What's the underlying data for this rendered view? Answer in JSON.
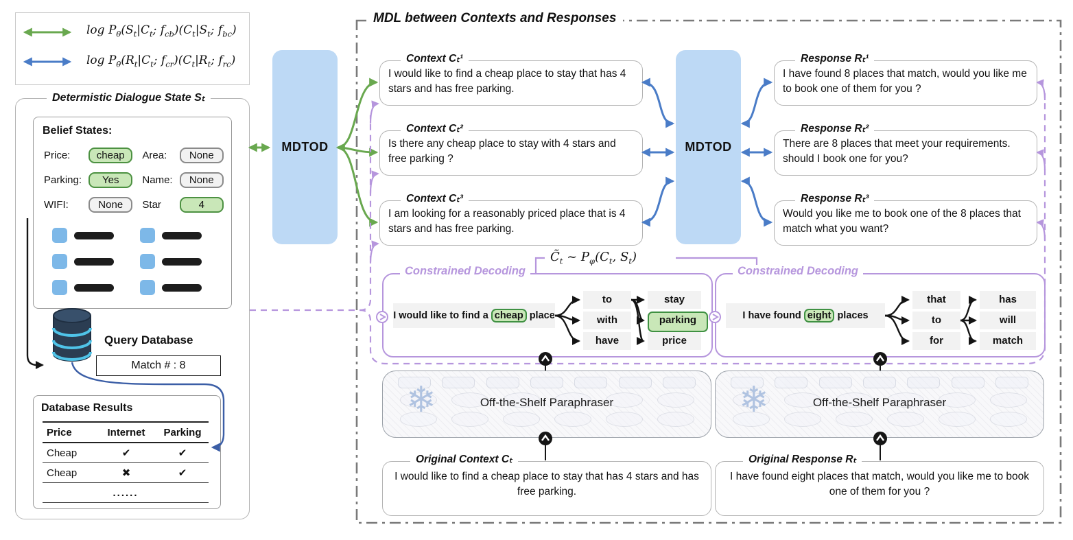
{
  "colors": {
    "green": "#69a84f",
    "blue": "#4a7cc7",
    "navy_blue": "#3b5ea6",
    "purple": "#b696dd",
    "mdtod_fill": "#bdd9f5",
    "highlight_fill": "#c9e7b8",
    "highlight_border": "#3f9142"
  },
  "legend": {
    "row1_parts": [
      "log P",
      "θ",
      "(S",
      "t",
      "|C",
      "t",
      "; f",
      "cb",
      ")(C",
      "t",
      "|S",
      "t",
      "; f",
      "bc",
      ")"
    ],
    "row2_parts": [
      "log P",
      "θ",
      "(R",
      "t",
      "|C",
      "t",
      "; f",
      "cr",
      ")(C",
      "t",
      "|R",
      "t",
      "; f",
      "rc",
      ")"
    ]
  },
  "dialogue_state": {
    "panel_title": "Determistic Dialogue State Sₜ",
    "belief": {
      "title": "Belief States:",
      "slots": [
        {
          "label": "Price:",
          "value": "cheap"
        },
        {
          "label": "Area:",
          "value": "None"
        },
        {
          "label": "Parking:",
          "value": "Yes"
        },
        {
          "label": "Name:",
          "value": "None"
        },
        {
          "label": "WIFI:",
          "value": "None"
        },
        {
          "label": "Star",
          "value": "4"
        }
      ]
    },
    "query_db": {
      "label": "Query Database",
      "match_label": "Match # : 8"
    },
    "db_results": {
      "title": "Database Results",
      "headers": [
        "Price",
        "Internet",
        "Parking"
      ],
      "rows": [
        [
          "Cheap",
          "✔",
          "✔"
        ],
        [
          "Cheap",
          "✖",
          "✔"
        ]
      ],
      "more": "......"
    }
  },
  "mdtod": {
    "label": "MDTOD"
  },
  "mdl": {
    "panel_title": "MDL between Contexts and Responses",
    "contexts": [
      {
        "title": "Context Cₜ¹",
        "text": "I would like to find a cheap place to stay that has 4 stars and has free parking."
      },
      {
        "title": "Context Cₜ²",
        "text": "Is there any cheap place to stay with 4 stars and free parking ?"
      },
      {
        "title": "Context Cₜ³",
        "text": "I am looking for a reasonably priced place that is 4 stars and has free parking."
      }
    ],
    "responses": [
      {
        "title": "Response Rₜ¹",
        "text": "I have found 8 places that match, would you like me to book one of them for you ?"
      },
      {
        "title": "Response Rₜ²",
        "text": "There are 8 places that meet your requirements. should I book one for you?"
      },
      {
        "title": "Response Rₜ³",
        "text": "Would you like me to book one of the 8 places that match what you want?"
      }
    ],
    "formula_parts": [
      "C̃",
      "t",
      " ~ P",
      "φ",
      "(C",
      "t",
      ", S",
      "t",
      ")"
    ],
    "decoding_left": {
      "label": "Constrained Decoding",
      "sentence_pre": "I would like to find a",
      "sentence_highlight": "cheap",
      "sentence_post": "place",
      "col1": [
        "to",
        "with",
        "have"
      ],
      "col2": [
        "stay",
        "parking",
        "price"
      ]
    },
    "decoding_right": {
      "label": "Constrained Decoding",
      "sentence_pre": "I have found",
      "sentence_highlight": "eight",
      "sentence_post": "places",
      "col1": [
        "that",
        "to",
        "for"
      ],
      "col2": [
        "has",
        "will",
        "match"
      ]
    },
    "paraphraser_label": "Off-the-Shelf Paraphraser",
    "original_context": {
      "title": "Original Context Cₜ",
      "text": "I would like to find a cheap place to stay that has 4 stars and has free parking."
    },
    "original_response": {
      "title": "Original Response Rₜ",
      "text": "I have found eight places that match, would you like me to book one of them for you ?"
    }
  }
}
